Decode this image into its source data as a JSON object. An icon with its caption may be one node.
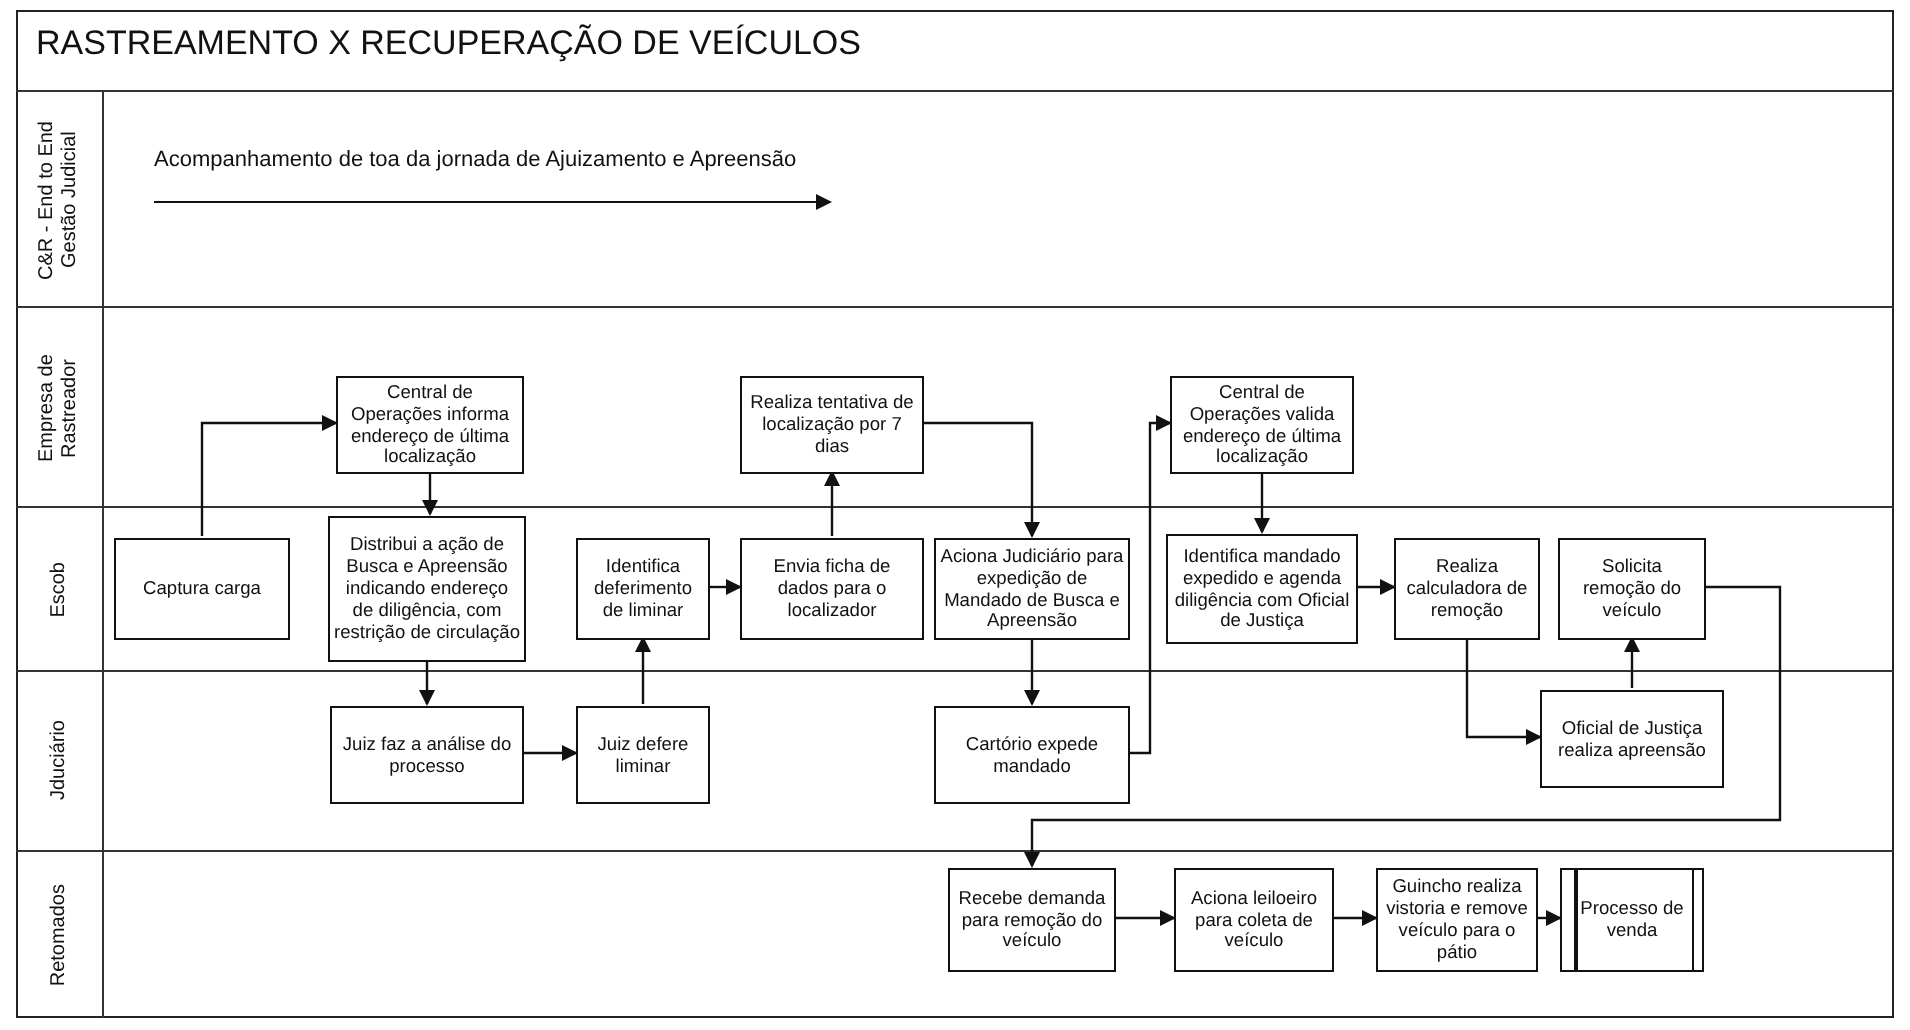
{
  "diagram": {
    "title": "RASTREAMENTO X RECUPERAÇÃO DE VEÍCULOS",
    "nodes": [
      {
        "text": [
          "C&R - End to End Gestão Judicial"
        ]
      },
      {
        "text": [
          "Empresa de Rastreador"
        ]
      },
      {
        "text": [
          "Escob"
        ]
      },
      {
        "text": [
          "Jduciário"
        ]
      },
      {
        "text": [
          "Retomados"
        ]
      },
      {
        "text": [
          "Central de Operações informa endereço de última localização"
        ],
        "in": 1
      },
      {
        "text": [
          "Realiza tentativa de localização por 7 dias"
        ],
        "in": 1
      },
      {
        "text": [
          "Central de Operações valida endereço de última localização"
        ],
        "in": 1
      },
      {
        "text": [
          "Captura carga"
        ],
        "in": 2
      },
      {
        "text": [
          "Distribui a ação de Busca e Apreensão indicando endereço de diligência, com restrição de circulação"
        ],
        "in": 2
      },
      {
        "text": [
          "Identifica deferimento de liminar"
        ],
        "in": 2
      },
      {
        "text": [
          "Envia ficha de dados para o localizador"
        ],
        "in": 2
      },
      {
        "text": [
          "Aciona Judiciário para expedição de Mandado de Busca e Apreensão"
        ],
        "in": 2
      },
      {
        "text": [
          "Identifica mandado expedido e agenda diligência com Oficial de Justiça"
        ],
        "in": 2
      },
      {
        "text": [
          "Realiza calculadora de remoção"
        ],
        "in": 2
      },
      {
        "text": [
          "Solicita remoção do veículo"
        ],
        "in": 2
      },
      {
        "text": [
          "Juiz faz a análise do processo"
        ],
        "in": 3
      },
      {
        "text": [
          "Juiz defere liminar"
        ],
        "in": 3
      },
      {
        "text": [
          "Cartório expede mandado"
        ],
        "in": 3
      },
      {
        "text": [
          "Oficial de Justiça realiza apreensão"
        ],
        "in": 3
      },
      {
        "text": [
          "Recebe demanda para remoção do veículo"
        ],
        "in": 4
      },
      {
        "text": [
          "Aciona leiloeiro para coleta de veículo"
        ],
        "in": 4
      },
      {
        "text": [
          "Guincho realiza vistoria e remove veículo para o pátio"
        ],
        "in": 4
      },
      {
        "text": [
          "Processo de venda"
        ],
        "in": 4
      }
    ],
    "edges": [
      {
        "from": 8,
        "to": 5,
        "arrow": "to"
      },
      {
        "from": 5,
        "to": 9,
        "arrow": "to"
      },
      {
        "from": 9,
        "to": 16,
        "arrow": "to"
      },
      {
        "from": 16,
        "to": 17,
        "arrow": "to"
      },
      {
        "from": 17,
        "to": 10,
        "arrow": "to"
      },
      {
        "from": 10,
        "to": 11,
        "arrow": "to"
      },
      {
        "from": 11,
        "to": 6,
        "arrow": "to"
      },
      {
        "from": 6,
        "to": 12,
        "arrow": "to"
      },
      {
        "from": 12,
        "to": 18,
        "arrow": "to"
      },
      {
        "from": 18,
        "to": 7,
        "arrow": "to"
      },
      {
        "from": 7,
        "to": 13,
        "arrow": "to"
      },
      {
        "from": 13,
        "to": 14,
        "arrow": "to"
      },
      {
        "from": 14,
        "to": 19,
        "arrow": "to"
      },
      {
        "from": 19,
        "to": 15,
        "arrow": "to"
      },
      {
        "from": 15,
        "to": 20,
        "arrow": "to"
      },
      {
        "from": 20,
        "to": 21,
        "arrow": "to"
      },
      {
        "from": 21,
        "to": 22,
        "arrow": "to"
      },
      {
        "from": 22,
        "to": 23,
        "arrow": "to"
      }
    ],
    "labels": [
      "Acompanhamento de toa da jornada de Ajuizamento e Apreensão"
    ]
  }
}
